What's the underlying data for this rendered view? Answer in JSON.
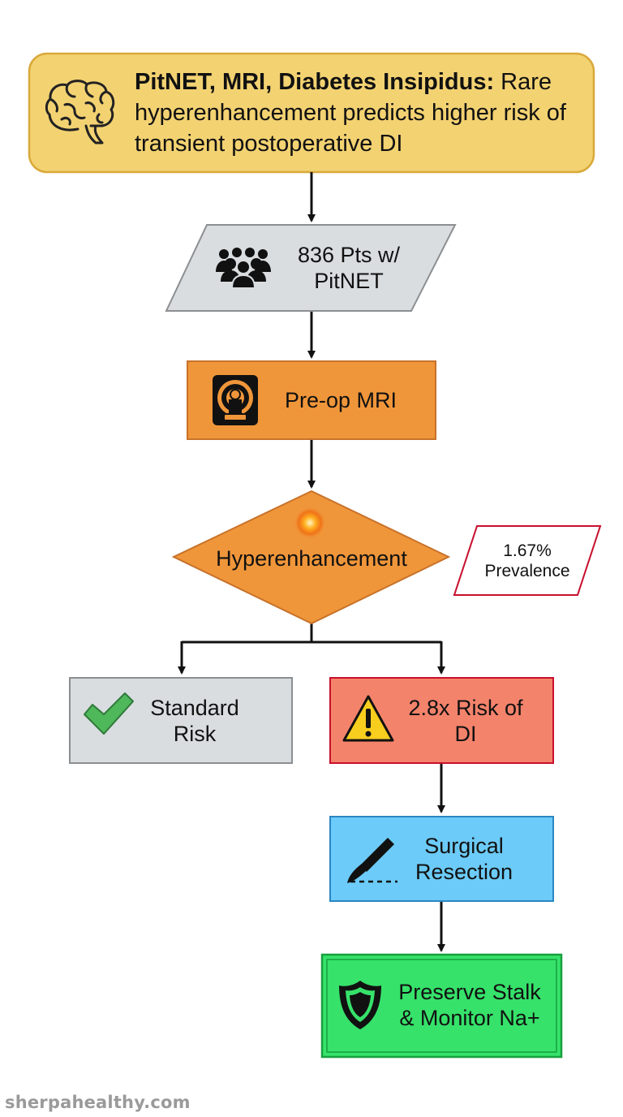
{
  "title": {
    "keywords": "PitNET, MRI, Diabetes Insipidus:",
    "text": " Rare hyperenhancement predicts higher risk of transient postoperative DI"
  },
  "nodes": {
    "patients": {
      "line1": "836 Pts w/",
      "line2": "PitNET",
      "icon": "people-group-icon"
    },
    "mri": {
      "label": "Pre-op MRI",
      "icon": "mri-scanner-icon"
    },
    "decision": {
      "label": "Hyperenhancement",
      "icon": "glow-spot-icon"
    },
    "prevalence": {
      "line1": "1.67%",
      "line2": "Prevalence"
    },
    "standard": {
      "line1": "Standard",
      "line2": "Risk",
      "icon": "checkmark-icon"
    },
    "risk": {
      "line1": "2.8x Risk of",
      "line2": "DI",
      "icon": "warning-icon"
    },
    "surgery": {
      "line1": "Surgical",
      "line2": "Resection",
      "icon": "scalpel-icon"
    },
    "preserve": {
      "line1": "Preserve Stalk",
      "line2": "& Monitor Na+",
      "icon": "shield-icon"
    }
  },
  "watermark": "sherpahealthy.com",
  "colors": {
    "title_fill": "#f3d272",
    "title_stroke": "#d9a93a",
    "gray_fill": "#d9dde0",
    "gray_stroke": "#8c8f92",
    "orange_fill": "#f0963a",
    "orange_stroke": "#c7722a",
    "red_fill": "#f4836b",
    "red_stroke": "#c8102e",
    "blue_fill": "#6ccbf8",
    "blue_stroke": "#2a86c2",
    "green_fill": "#36e26a",
    "green_stroke": "#17a03e",
    "check": "#4fb85a"
  }
}
